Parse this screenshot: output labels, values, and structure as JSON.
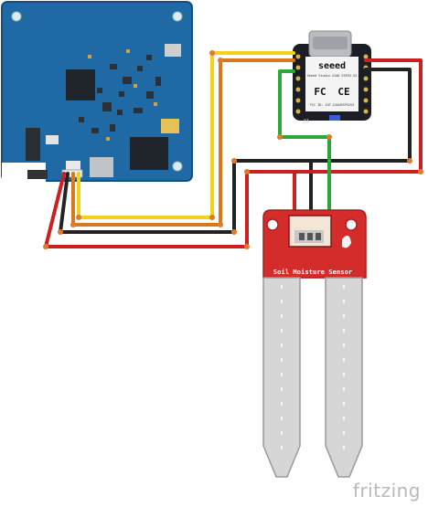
{
  "xiao": {
    "brand": "seeed",
    "subtitle": "Seeed Studio XIAO ESP32-S3",
    "fcc_mark": "FC",
    "ce_mark": "CE",
    "fcc_id": "FCC ID: Z4T-XIAOESP32S3",
    "pin_label": "X1"
  },
  "sensor": {
    "label": "Soil Moisture Sensor"
  },
  "watermark": "fritzing",
  "colors": {
    "board_blue": "#1f6aa5",
    "board_dark": "#1d2633",
    "sensor_red": "#d42b2b",
    "probe_gray": "#d6d6d6",
    "wire_yellow": "#f2d21a",
    "wire_orange": "#d9781f",
    "wire_black": "#222222",
    "wire_red": "#cc1f1f",
    "wire_green": "#2aa83a"
  }
}
